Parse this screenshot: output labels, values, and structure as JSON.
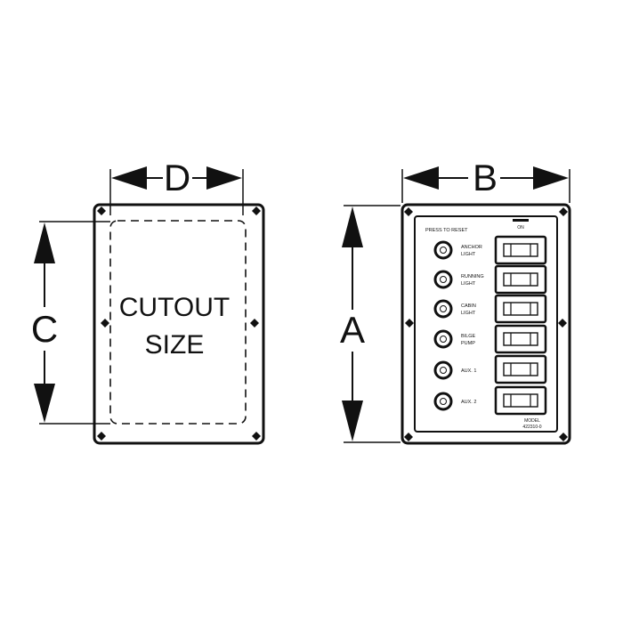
{
  "dimensions": {
    "width_cutout": "D",
    "height_cutout": "C",
    "width_panel": "B",
    "height_panel": "A"
  },
  "cutout": {
    "line1": "CUTOUT",
    "line2": "SIZE"
  },
  "panel": {
    "header": "PRESS TO RESET",
    "on_label": "ON",
    "model_line1": "MODEL",
    "model_line2": "422310-0",
    "circuits": [
      {
        "line1": "ANCHOR",
        "line2": "LIGHT"
      },
      {
        "line1": "RUNNING",
        "line2": "LIGHT"
      },
      {
        "line1": "CABIN",
        "line2": "LIGHT"
      },
      {
        "line1": "BILGE",
        "line2": "PUMP"
      },
      {
        "line1": "AUX. 1",
        "line2": ""
      },
      {
        "line1": "AUX. 2",
        "line2": ""
      }
    ]
  }
}
